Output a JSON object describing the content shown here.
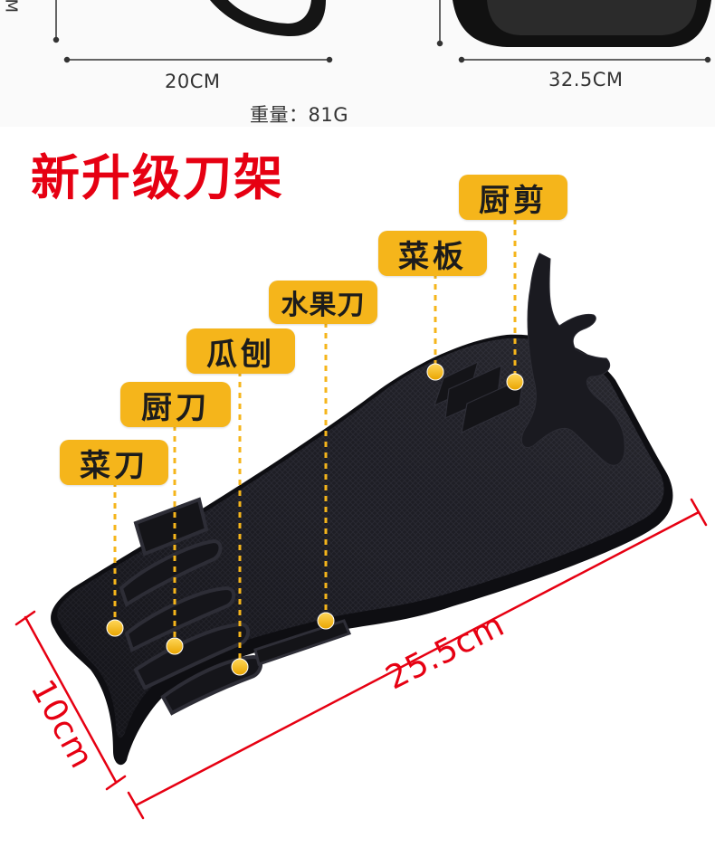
{
  "top_strip": {
    "left_width_label": "20CM",
    "right_width_label": "32.5CM",
    "weight_label": "重量：81G",
    "edge_glyph": "M"
  },
  "headline": "新升级刀架",
  "callouts": {
    "cleaver": "菜刀",
    "chef_knife": "厨刀",
    "peeler": "瓜刨",
    "fruit_knife": "水果刀",
    "cutting_board": "菜板",
    "kitchen_scissors": "厨剪"
  },
  "measurements": {
    "length": "25.5cm",
    "width": "10cm"
  },
  "colors": {
    "accent_red": "#e60012",
    "tag_yellow": "#f5b51b",
    "product_dark": "#1c1c22"
  }
}
